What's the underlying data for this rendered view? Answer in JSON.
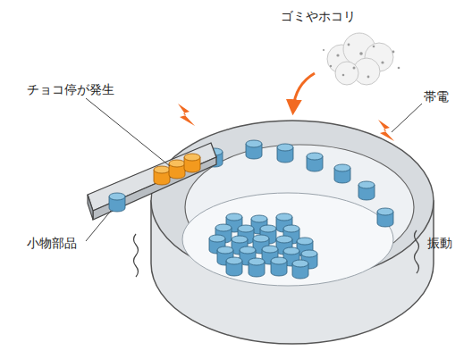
{
  "diagram": {
    "labels": [
      "ゴミやホコリ",
      "チョコ停が発生",
      "帯電",
      "小物部品",
      "振動"
    ]
  }
}
